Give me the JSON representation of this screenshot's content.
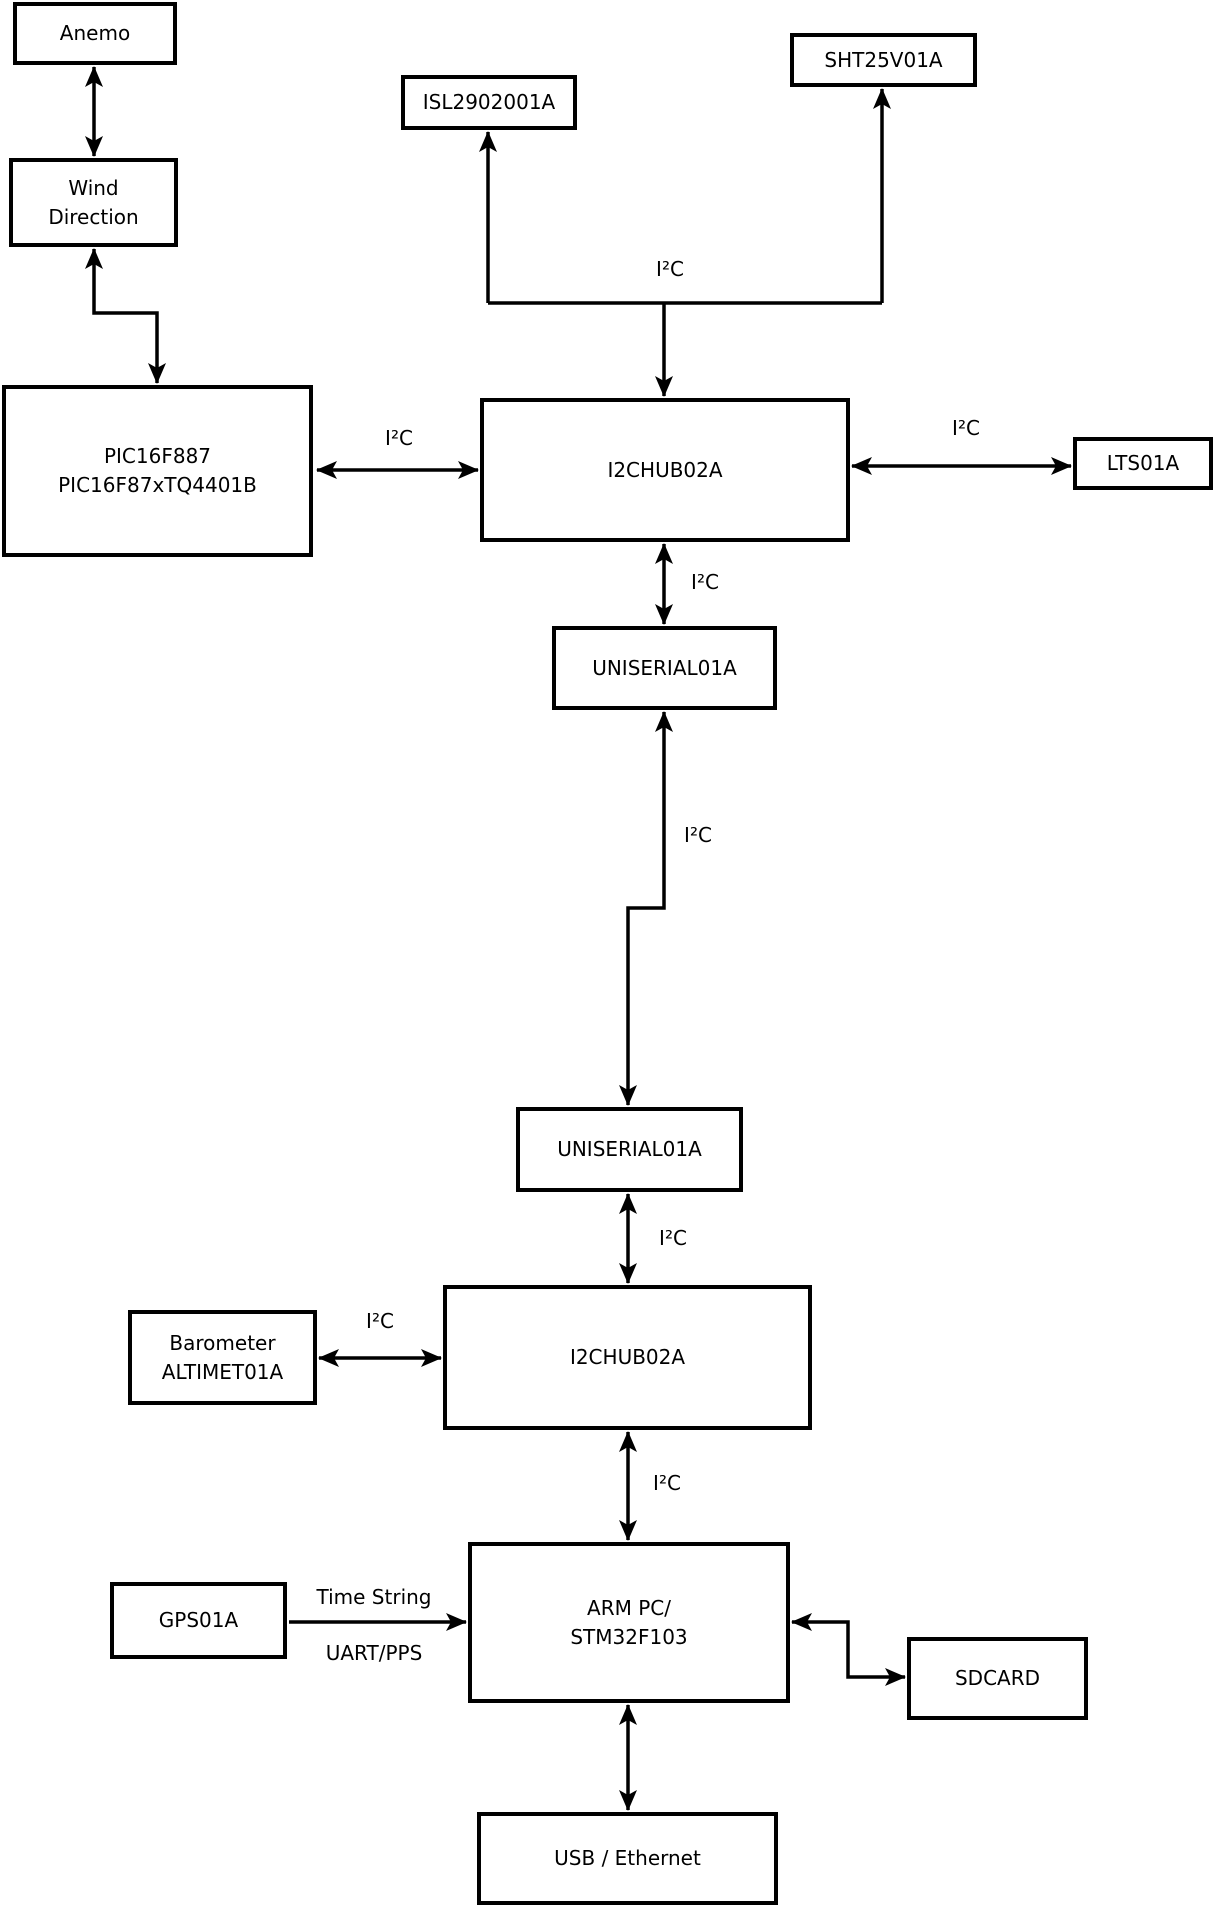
{
  "nodes": {
    "anemo": {
      "label": "Anemo"
    },
    "wind_direction": {
      "line1": "Wind",
      "line2": "Direction"
    },
    "pic": {
      "line1": "PIC16F887",
      "line2": "PIC16F87xTQ4401B"
    },
    "isl": {
      "label": "ISL2902001A"
    },
    "sht": {
      "label": "SHT25V01A"
    },
    "i2chub_top": {
      "label": "I2CHUB02A"
    },
    "lts": {
      "label": "LTS01A"
    },
    "uniserial_top": {
      "label": "UNISERIAL01A"
    },
    "uniserial_bottom": {
      "label": "UNISERIAL01A"
    },
    "i2chub_bottom": {
      "label": "I2CHUB02A"
    },
    "barometer": {
      "line1": "Barometer",
      "line2": "ALTIMET01A"
    },
    "arm": {
      "line1": "ARM PC/",
      "line2": "STM32F103"
    },
    "gps": {
      "label": "GPS01A"
    },
    "sdcard": {
      "label": "SDCARD"
    },
    "usb_ethernet": {
      "label": "USB / Ethernet"
    }
  },
  "edge_labels": {
    "i2c_isl_sht": "I²C",
    "i2c_pic_hub": "I²C",
    "i2c_hub_lts": "I²C",
    "i2c_hub_uniserial": "I²C",
    "i2c_uniserial_link": "I²C",
    "i2c_uniserial_hub2": "I²C",
    "i2c_barometer_hub2": "I²C",
    "i2c_hub2_arm": "I²C",
    "time_string": "Time String",
    "uart_pps": "UART/PPS"
  },
  "colors": {
    "line": "#000000",
    "box_border": "#000000",
    "box_fill": "#ffffff",
    "background": "#ffffff",
    "text": "#000000"
  }
}
